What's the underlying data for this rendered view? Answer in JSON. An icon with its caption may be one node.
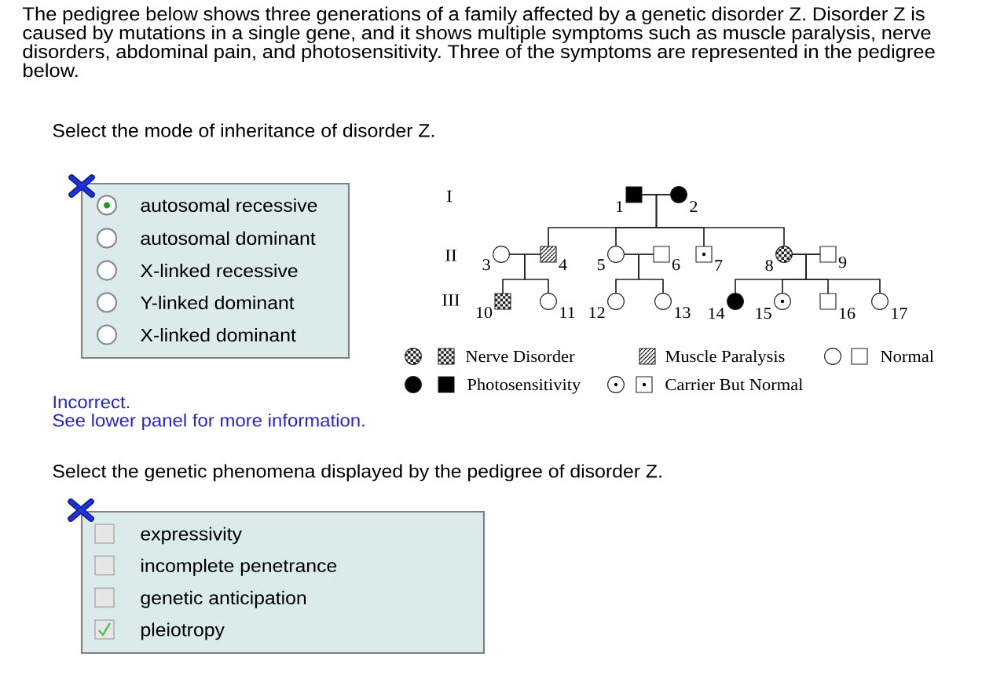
{
  "diagram": {
    "nodes": [
      {
        "text": [
          "autosomal recessive",
          "autosomal dominant",
          "X-linked recessive",
          "Y-linked dominant",
          "X-linked dominant"
        ]
      },
      {
        "text": [],
        "shape": "box",
        "beside": [
          "1"
        ]
      },
      {
        "text": [],
        "shape": "circle",
        "beside": [
          "2"
        ]
      },
      {
        "text": [],
        "shape": "circle",
        "beside": [
          "3"
        ]
      },
      {
        "text": [],
        "shape": "box",
        "beside": [
          "4"
        ]
      },
      {
        "text": [],
        "shape": "circle",
        "beside": [
          "5"
        ]
      },
      {
        "text": [],
        "shape": "box",
        "beside": [
          "6"
        ]
      },
      {
        "text": [],
        "shape": "box",
        "beside": [
          "7"
        ]
      },
      {
        "text": [],
        "shape": "circle",
        "beside": [
          "8"
        ]
      },
      {
        "text": [],
        "shape": "box",
        "beside": [
          "9"
        ]
      },
      {
        "text": [],
        "shape": "box",
        "beside": [
          "10"
        ]
      },
      {
        "text": [],
        "shape": "circle",
        "beside": [
          "11"
        ]
      },
      {
        "text": [],
        "shape": "circle",
        "beside": [
          "12"
        ]
      },
      {
        "text": [],
        "shape": "circle",
        "beside": [
          "13"
        ]
      },
      {
        "text": [],
        "shape": "circle",
        "beside": [
          "14"
        ]
      },
      {
        "text": [],
        "shape": "circle",
        "beside": [
          "15"
        ]
      },
      {
        "text": [],
        "shape": "box",
        "beside": [
          "16"
        ]
      },
      {
        "text": [],
        "shape": "circle",
        "beside": [
          "17"
        ]
      },
      {
        "text": [
          "expressivity",
          "incomplete penetrance",
          "genetic anticipation",
          "pleiotropy"
        ]
      }
    ],
    "edges": [
      {
        "from": 1,
        "to": 2,
        "arrow": "none"
      },
      {
        "from": 3,
        "to": 4,
        "arrow": "none"
      },
      {
        "from": 5,
        "to": 6,
        "arrow": "none"
      },
      {
        "from": 8,
        "to": 9,
        "arrow": "none"
      },
      {
        "from": 1,
        "to": 4,
        "arrow": "none"
      },
      {
        "from": 2,
        "to": 4,
        "arrow": "none"
      },
      {
        "from": 1,
        "to": 5,
        "arrow": "none"
      },
      {
        "from": 2,
        "to": 5,
        "arrow": "none"
      },
      {
        "from": 1,
        "to": 7,
        "arrow": "none"
      },
      {
        "from": 2,
        "to": 7,
        "arrow": "none"
      },
      {
        "from": 1,
        "to": 8,
        "arrow": "none"
      },
      {
        "from": 2,
        "to": 8,
        "arrow": "none"
      },
      {
        "from": 3,
        "to": 10,
        "arrow": "none"
      },
      {
        "from": 4,
        "to": 10,
        "arrow": "none"
      },
      {
        "from": 3,
        "to": 11,
        "arrow": "none"
      },
      {
        "from": 4,
        "to": 11,
        "arrow": "none"
      },
      {
        "from": 5,
        "to": 12,
        "arrow": "none"
      },
      {
        "from": 6,
        "to": 12,
        "arrow": "none"
      },
      {
        "from": 5,
        "to": 13,
        "arrow": "none"
      },
      {
        "from": 6,
        "to": 13,
        "arrow": "none"
      },
      {
        "from": 8,
        "to": 14,
        "arrow": "none"
      },
      {
        "from": 9,
        "to": 14,
        "arrow": "none"
      },
      {
        "from": 8,
        "to": 15,
        "arrow": "none"
      },
      {
        "from": 9,
        "to": 15,
        "arrow": "none"
      },
      {
        "from": 8,
        "to": 16,
        "arrow": "none"
      },
      {
        "from": 9,
        "to": 16,
        "arrow": "none"
      },
      {
        "from": 8,
        "to": 17,
        "arrow": "none"
      },
      {
        "from": 9,
        "to": 17,
        "arrow": "none"
      }
    ],
    "labels": [
      "The pedigree below shows three generations of a family affected by a genetic disorder Z. Disorder Z is caused by mutations in a single gene, and it shows multiple symptoms such as muscle paralysis, nerve disorders, abdominal pain, and photosensitivity. Three of the symptoms are represented in the pedigree below.",
      "Select the mode of inheritance of disorder Z.",
      "I",
      "II",
      "III",
      "Incorrect.",
      "See lower panel for more information.",
      "Select the genetic phenomena displayed by the pedigree of disorder Z."
    ],
    "legend": [
      {
        "text": "Nerve Disorder"
      },
      {
        "text": "Muscle Paralysis"
      },
      {
        "text": "Normal"
      },
      {
        "text": "Photosensitivity"
      },
      {
        "text": "Carrier But Normal"
      }
    ]
  }
}
